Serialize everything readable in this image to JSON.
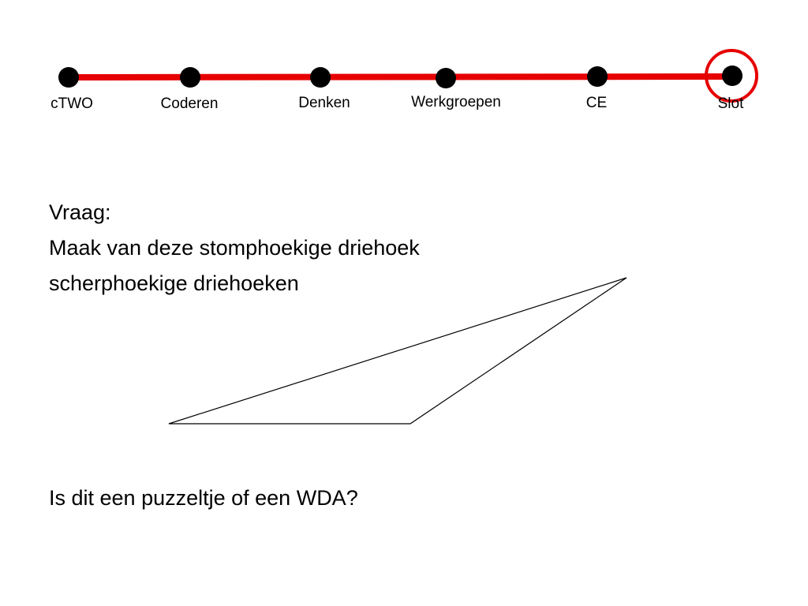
{
  "timeline": {
    "accent_color": "#e60000",
    "marker_color": "#000000",
    "current_step_index": 5,
    "steps": [
      {
        "label": "cTWO"
      },
      {
        "label": "Coderen"
      },
      {
        "label": "Denken"
      },
      {
        "label": "Werkgroepen"
      },
      {
        "label": "CE"
      },
      {
        "label": "Slot"
      }
    ]
  },
  "question": {
    "heading": "Vraag:",
    "line1": "Maak van deze stomphoekige driehoek",
    "line2": "scherphoekige driehoeken"
  },
  "footer_question": "Is dit een puzzeltje of een WDA?"
}
